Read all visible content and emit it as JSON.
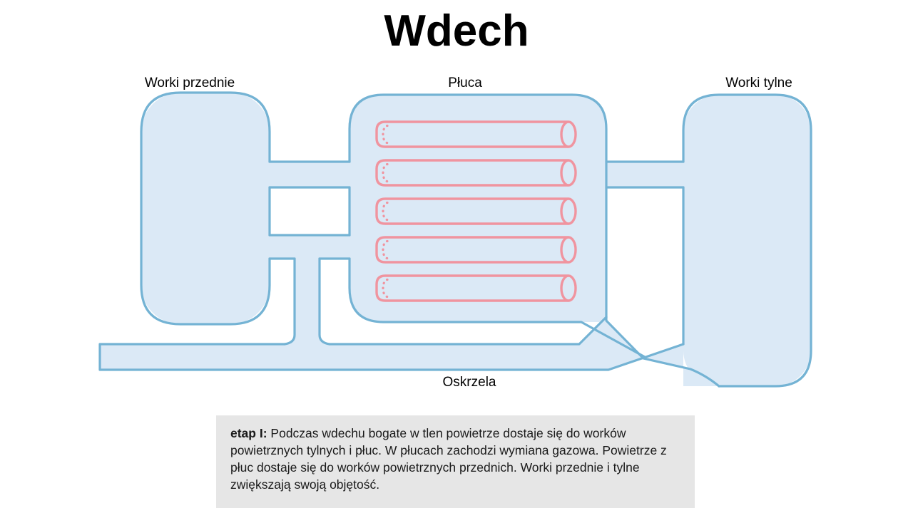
{
  "title": "Wdech",
  "labels": {
    "anterior_sacs": "Worki przednie",
    "lungs": "Płuca",
    "posterior_sacs": "Worki tylne",
    "bronchi": "Oskrzela"
  },
  "caption": {
    "stage_label": "etap I:",
    "text": " Podczas wdechu bogate w tlen powietrze dostaje się do worków powietrznych tylnych i płuc. W płucach zachodzi wymiana gazowa. Powietrze z płuc dostaje się do worków powietrznych przednich. Worki przednie i tylne zwiększają swoją objętość."
  },
  "diagram": {
    "parabronchi_count": 5
  },
  "colors": {
    "diagram_fill": "#dbe9f6",
    "diagram_stroke": "#74b3d4",
    "parabronchi_stroke": "#f0949f",
    "caption_bg": "#e6e6e6",
    "text": "#111111"
  }
}
